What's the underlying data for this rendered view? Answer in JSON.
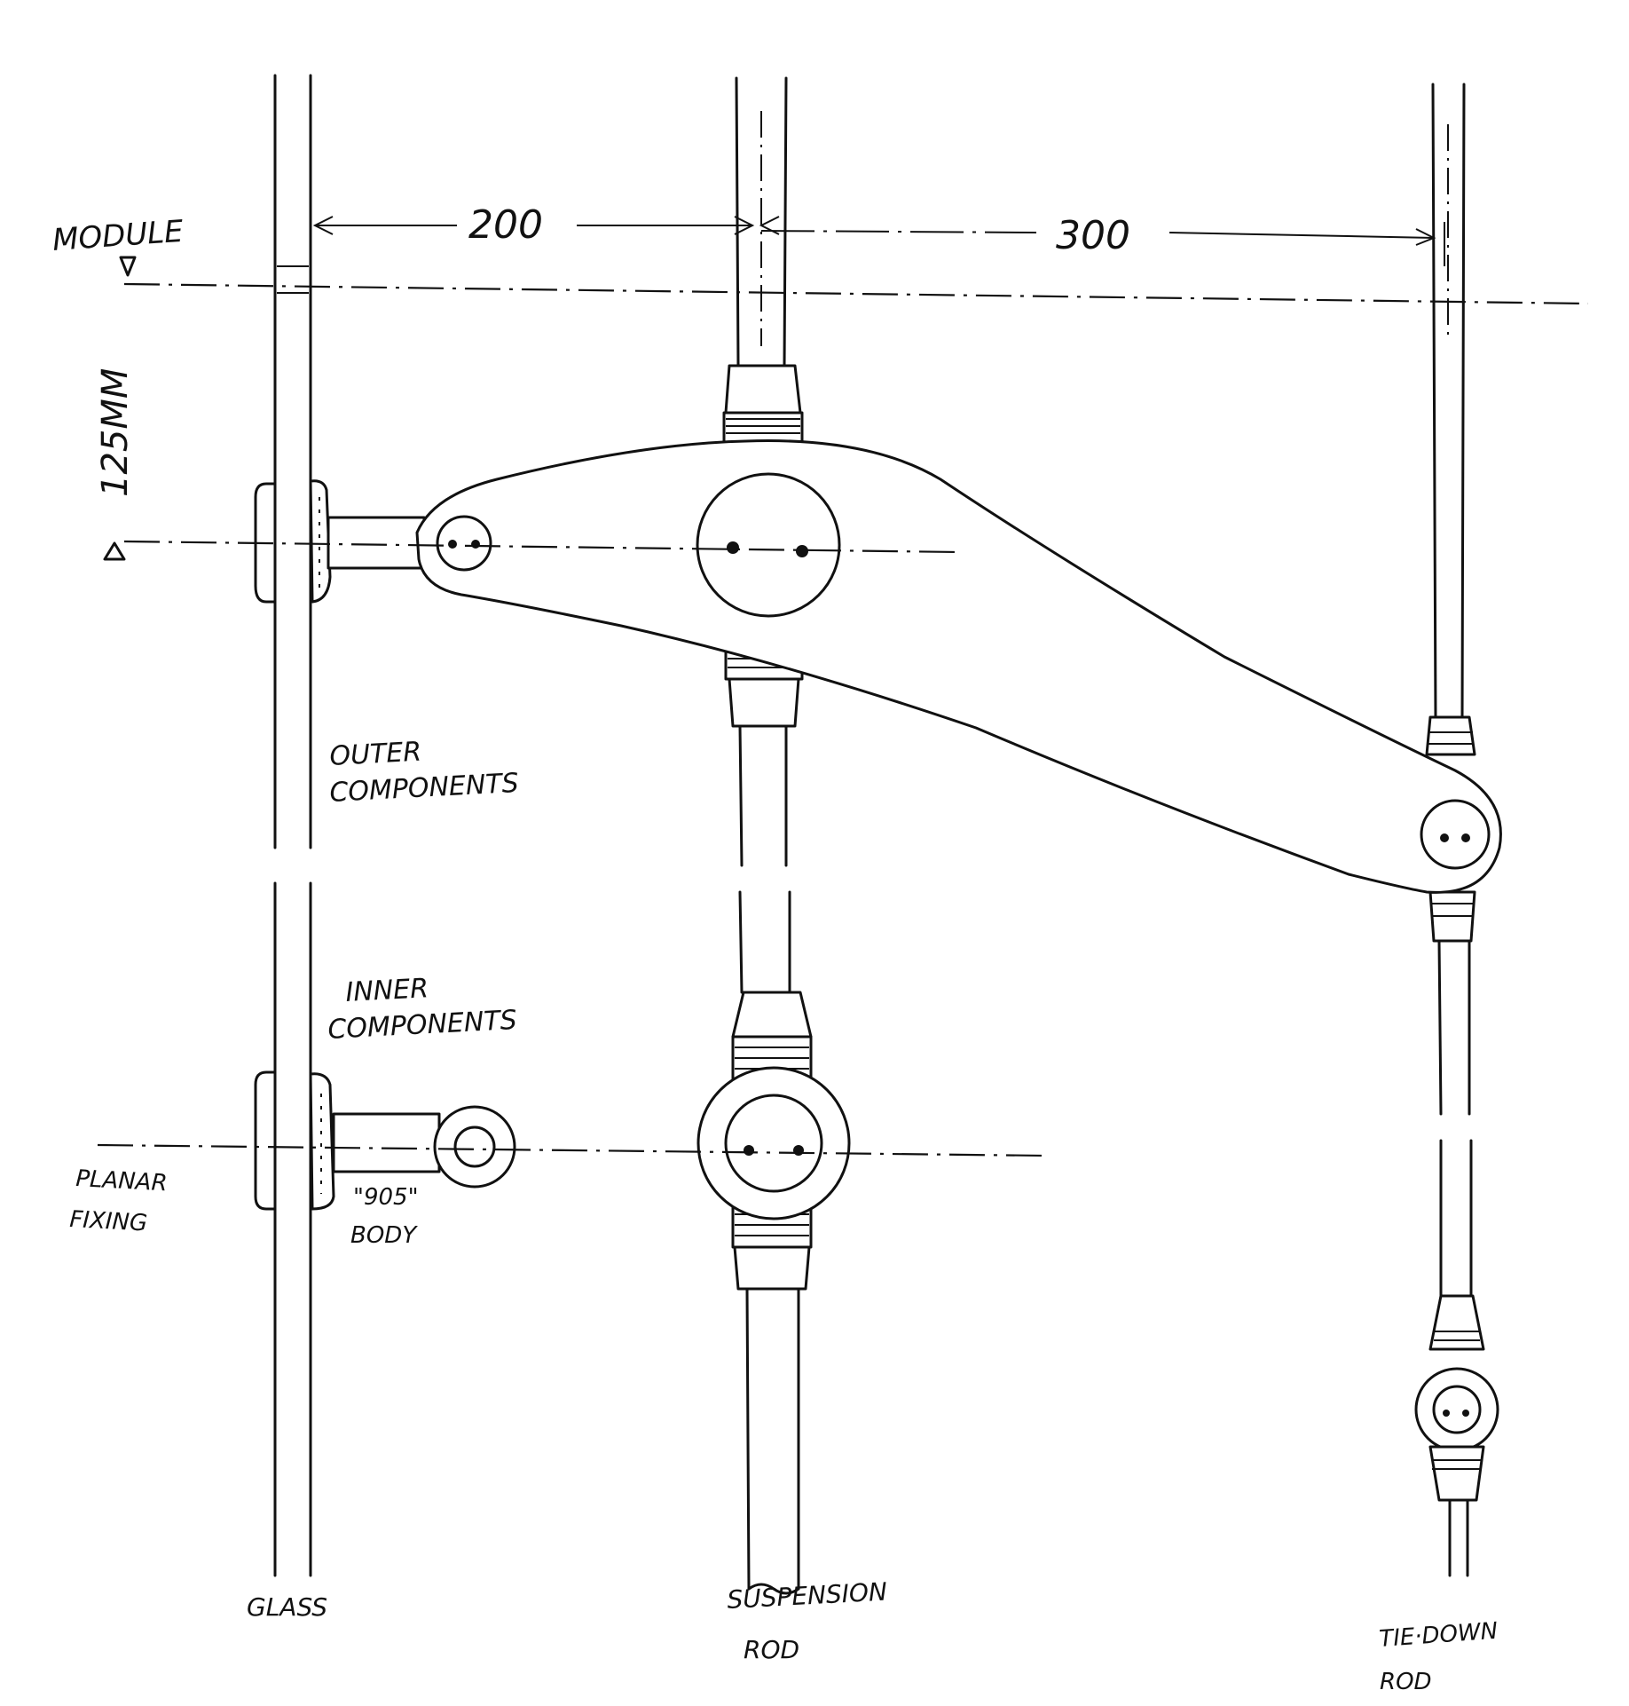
{
  "labels": {
    "module": "MODULE",
    "module_spacing": "125MM",
    "dim_glass_to_suspension": "200",
    "dim_suspension_to_tiedown": "300",
    "outer_line1": "OUTER",
    "outer_line2": "COMPONENTS",
    "inner_line1": "INNER",
    "inner_line2": "COMPONENTS",
    "planar_line1": "PLANAR",
    "planar_line2": "FIXING",
    "body_line1": "\"905\"",
    "body_line2": "BODY",
    "glass": "GLASS",
    "suspension_line1": "SUSPENSION",
    "suspension_line2": "ROD",
    "tiedown_line1": "TIE·DOWN",
    "tiedown_line2": "ROD"
  }
}
